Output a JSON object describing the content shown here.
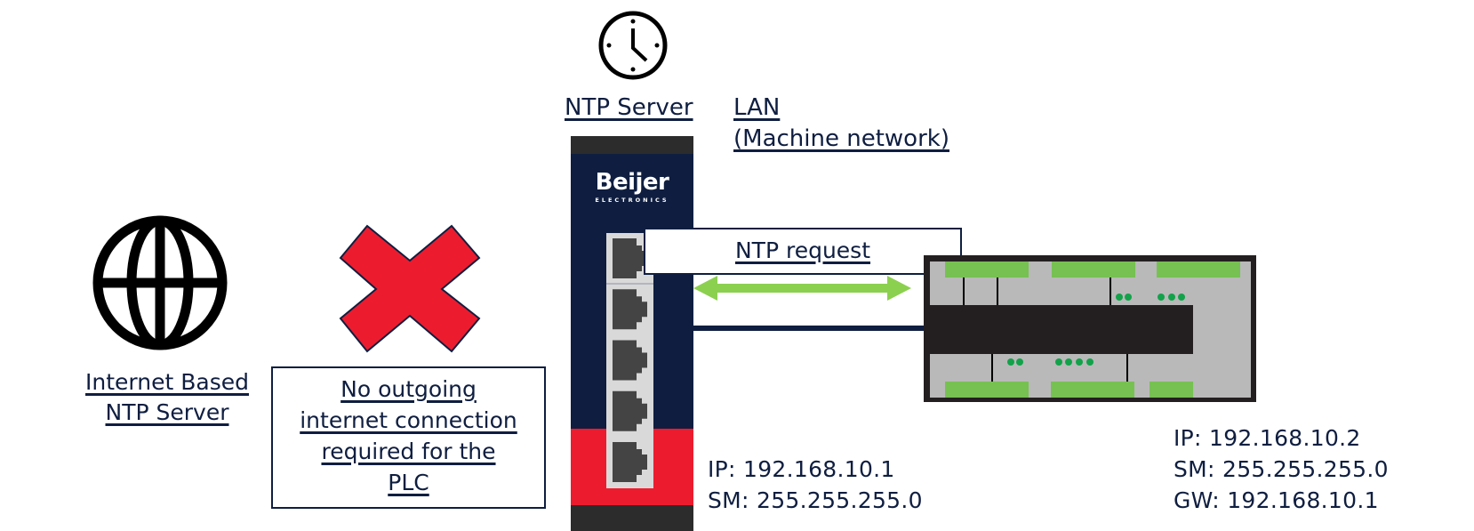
{
  "labels": {
    "internet_ntp": [
      "Internet Based",
      "NTP Server"
    ],
    "no_internet_note": [
      "No outgoing",
      "internet connection",
      "required for the",
      "PLC"
    ],
    "ntp_server": "NTP Server",
    "lan": [
      "LAN",
      "(Machine network)"
    ],
    "ntp_request": "NTP request"
  },
  "switch": {
    "brand": "Beijer",
    "brand_sub": "ELECTRONICS",
    "port_count": 5,
    "ip_config": [
      "IP: 192.168.10.1",
      "SM: 255.255.255.0"
    ]
  },
  "plc": {
    "ip_config": [
      "IP: 192.168.10.2",
      "SM: 255.255.255.0",
      "GW: 192.168.10.1"
    ]
  },
  "icons": {
    "globe": "globe-icon",
    "blocked": "red-x-icon",
    "clock": "clock-icon",
    "arrow": "bidirectional-arrow-icon"
  },
  "colors": {
    "navy": "#0f1e40",
    "red": "#ec1c2e",
    "green": "#76c152",
    "arrow_green": "#8cd04f",
    "led_green": "#12a24a",
    "plc_grey": "#b9b9b9",
    "dark": "#231f20"
  }
}
